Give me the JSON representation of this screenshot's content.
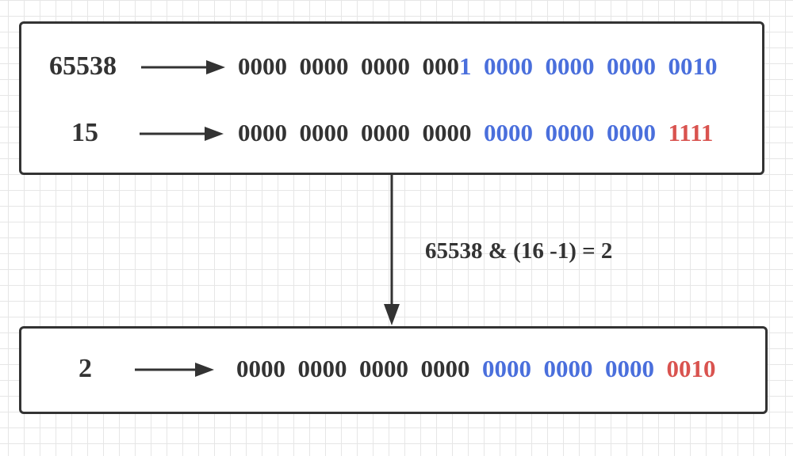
{
  "colors": {
    "dark": "#333333",
    "blue": "#4a6fdc",
    "red": "#d9534f"
  },
  "rows": [
    {
      "label": "65538",
      "segments": [
        {
          "text": "0000  0000  0000  000",
          "color": "dark"
        },
        {
          "text": "1  0000  0000  0000  0010",
          "color": "blue"
        }
      ]
    },
    {
      "label": "15",
      "segments": [
        {
          "text": "0000  0000  0000  0000  ",
          "color": "dark"
        },
        {
          "text": "0000  0000  0000  ",
          "color": "blue"
        },
        {
          "text": "1111",
          "color": "red"
        }
      ]
    },
    {
      "label": "2",
      "segments": [
        {
          "text": "0000  0000  0000  0000  ",
          "color": "dark"
        },
        {
          "text": "0000  0000  0000  ",
          "color": "blue"
        },
        {
          "text": "0010",
          "color": "red"
        }
      ]
    }
  ],
  "operation": "65538 & (16 -1) = 2"
}
